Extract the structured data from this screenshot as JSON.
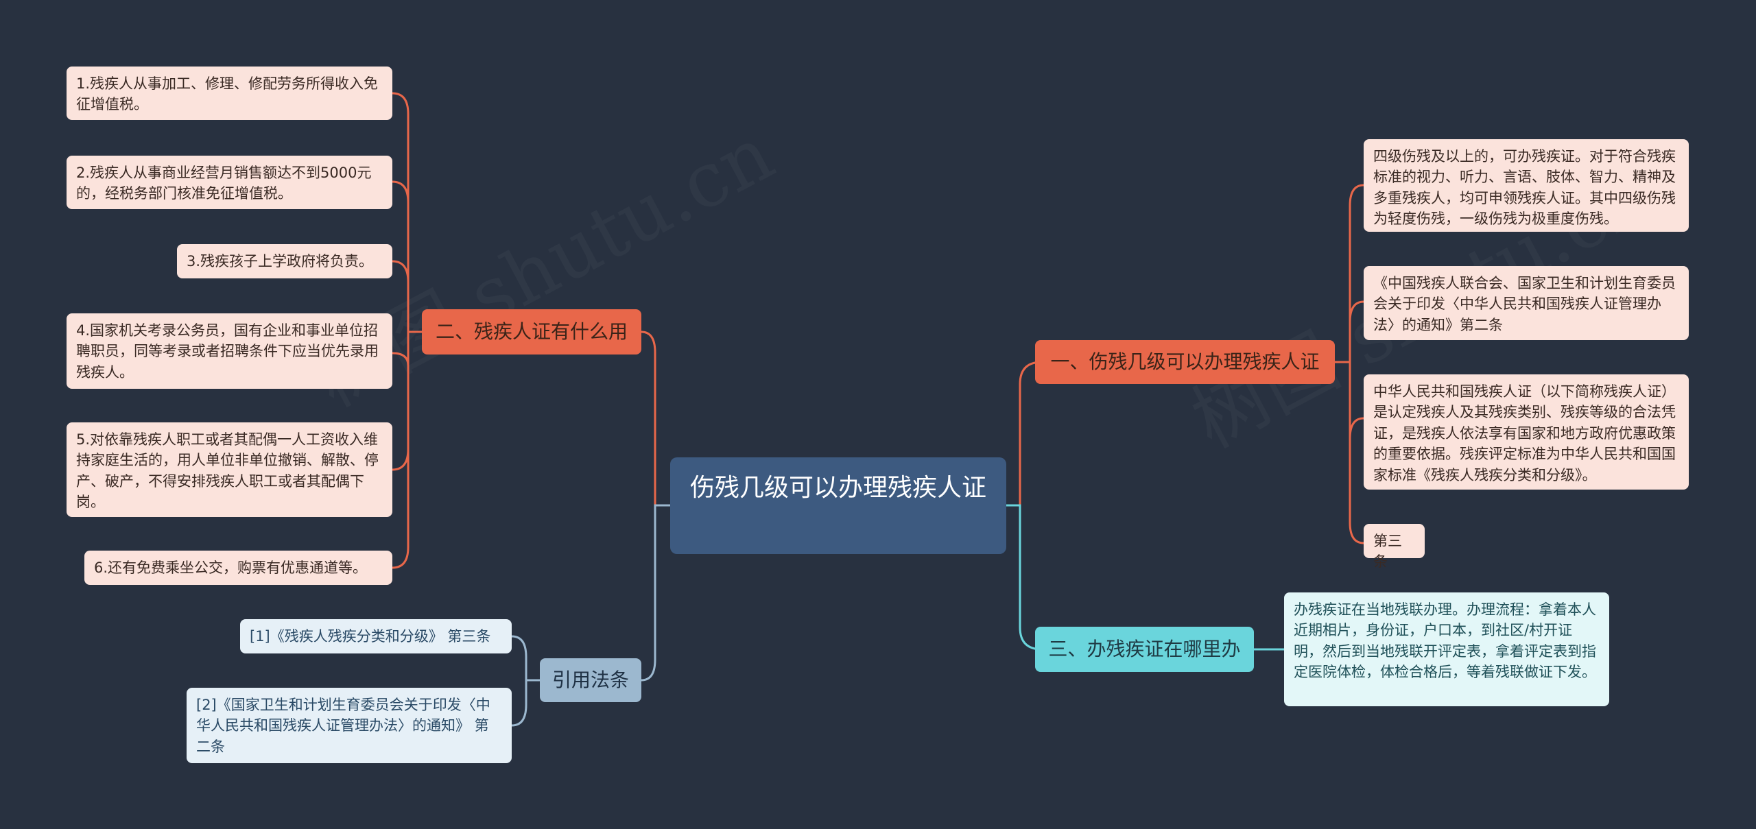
{
  "root": {
    "label": "伤残几级可以办理残疾人证"
  },
  "branches": {
    "b1": {
      "label": "一、伤残几级可以办理残疾人证"
    },
    "b2": {
      "label": "二、残疾人证有什么用"
    },
    "b3": {
      "label": "三、办残疾证在哪里办"
    },
    "b4": {
      "label": "引用法条"
    }
  },
  "leaves": {
    "b1": [
      "四级伤残及以上的，可办残疾证。对于符合残疾标准的视力、听力、言语、肢体、智力、精神及多重残疾人，均可申领残疾人证。其中四级伤残为轻度伤残，一级伤残为极重度伤残。",
      "《中国残疾人联合会、国家卫生和计划生育委员会关于印发〈中华人民共和国残疾人证管理办法〉的通知》第二条",
      "中华人民共和国残疾人证（以下简称残疾人证）是认定残疾人及其残疾类别、残疾等级的合法凭证，是残疾人依法享有国家和地方政府优惠政策的重要依据。残疾评定标准为中华人民共和国国家标准《残疾人残疾分类和分级》。",
      "第三条"
    ],
    "b2": [
      "1.残疾人从事加工、修理、修配劳务所得收入免征增值税。",
      "2.残疾人从事商业经营月销售额达不到5000元的，经税务部门核准免征增值税。",
      "3.残疾孩子上学政府将负责。",
      "4.国家机关考录公务员，国有企业和事业单位招聘职员，同等考录或者招聘条件下应当优先录用残疾人。",
      "5.对依靠残疾人职工或者其配偶一人工资收入维持家庭生活的，用人单位非单位撤销、解散、停产、破产，不得安排残疾人职工或者其配偶下岗。",
      "6.还有免费乘坐公交，购票有优惠通道等。"
    ],
    "b3": [
      "办残疾证在当地残联办理。办理流程：拿着本人近期相片，身份证，户口本，到社区/村开证明，然后到当地残联开评定表，拿着评定表到指定医院体检，体检合格后，等着残联做证下发。"
    ],
    "b4": [
      "[1]《残疾人残疾分类和分级》 第三条",
      "[2]《国家卫生和计划生育委员会关于印发〈中华人民共和国残疾人证管理办法〉的通知》 第二条"
    ]
  },
  "colors": {
    "background": "#283140",
    "root": "#3d5a80",
    "red_branch": "#e8674a",
    "cyan_branch": "#6ad5dc",
    "blue_branch": "#9cb8cf",
    "red_line": "#e8674a",
    "cyan_line": "#6ad5dc",
    "blue_line": "#9cb8cf"
  }
}
